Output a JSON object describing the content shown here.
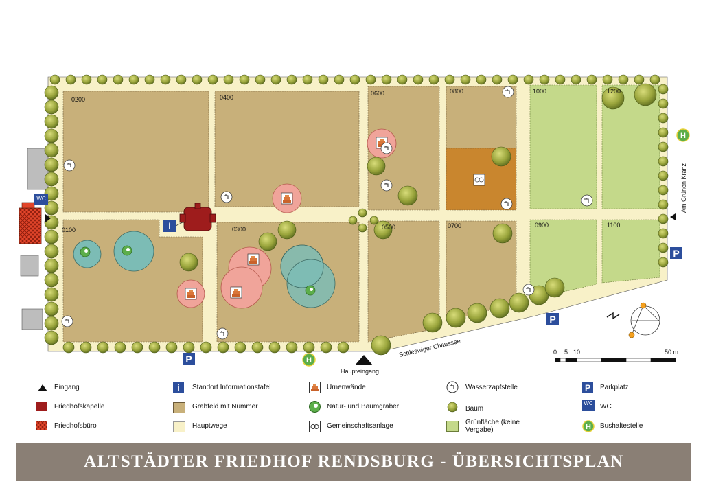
{
  "title": "ALTSTÄDTER FRIEDHOF RENDSBURG - ÜBERSICHTSPLAN",
  "fields": [
    "0100",
    "0200",
    "0300",
    "0400",
    "0500",
    "0600",
    "0700",
    "0800",
    "0900",
    "1000",
    "1100",
    "1200"
  ],
  "streets": {
    "south": "Schleswiger Chaussee",
    "east": "Am Grünen Kranz"
  },
  "entrance_main": "Haupteingang",
  "scale": {
    "ticks": [
      "0",
      "5",
      "10",
      "50 m"
    ]
  },
  "icons": {
    "wc": "WC",
    "parking": "P",
    "info": "i",
    "bus": "H"
  },
  "legend": [
    {
      "icon": "entrance-triangle-icon",
      "label": "Eingang"
    },
    {
      "icon": "chapel-square-icon",
      "label": "Friedhofskapelle"
    },
    {
      "icon": "office-hatched-icon",
      "label": "Friedhofsbüro"
    },
    {
      "icon": "info-icon",
      "label": "Standort Informationstafel"
    },
    {
      "icon": "grave-field-swatch",
      "label": "Grabfeld mit Nummer"
    },
    {
      "icon": "main-path-swatch",
      "label": "Hauptwege"
    },
    {
      "icon": "urn-wall-icon",
      "label": "Urnenwände"
    },
    {
      "icon": "nature-grave-icon",
      "label": "Natur- und Baumgräber"
    },
    {
      "icon": "community-facility-icon",
      "label": "Gemeinschaftsanlage"
    },
    {
      "icon": "water-tap-icon",
      "label": "Wasserzapfstelle"
    },
    {
      "icon": "tree-icon",
      "label": "Baum"
    },
    {
      "icon": "green-area-swatch",
      "label": "Grünfläche (keine Vergabe)"
    },
    {
      "icon": "parking-icon",
      "label": "Parkplatz"
    },
    {
      "icon": "wc-icon",
      "label": "WC"
    },
    {
      "icon": "bus-stop-icon",
      "label": "Bushaltestelle"
    }
  ],
  "colors": {
    "grave": "#c8b07a",
    "path": "#f8f1c8",
    "green": "#c4d98a",
    "community": "#c9862e",
    "chapel": "#9e1c1c",
    "urn": "#f0a49a",
    "nature": "#7cbcb5",
    "title_bg": "#8a7f75"
  }
}
